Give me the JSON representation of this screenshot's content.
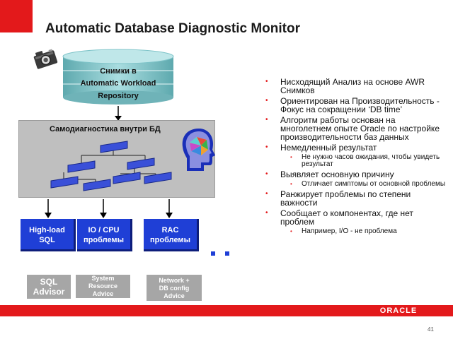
{
  "title": "Automatic Database Diagnostic Monitor",
  "repository": {
    "line1": "Снимки в",
    "line2": "Automatic Workload",
    "line3": "Repository"
  },
  "diagnostics_label": "Самодиагностика внутри БД",
  "problem_boxes": [
    {
      "line1": "High-load",
      "line2": "SQL"
    },
    {
      "line1": "IO / CPU",
      "line2": "проблемы"
    },
    {
      "line1": "RAC",
      "line2": "проблемы"
    }
  ],
  "advice_boxes": [
    {
      "line1": "SQL",
      "line2": "Advisor"
    },
    {
      "line1": "System",
      "line2": "Resource",
      "line3": "Advice"
    },
    {
      "line1": "Network +",
      "line2": "DB config",
      "line3": "Advice"
    }
  ],
  "bullets": [
    {
      "text": "Нисходящий Анализ на основе AWR Снимков",
      "sub": []
    },
    {
      "text": "Ориентирован на Производительность - Фокус на сокращении ‘DB time’",
      "sub": []
    },
    {
      "text": "Алгоритм работы основан на многолетнем опыте Oracle по настройке производительности баз данных",
      "sub": []
    },
    {
      "text": "Немедленный результат",
      "sub": [
        "Не нужно часов ожидания, чтобы увидеть результат"
      ]
    },
    {
      "text": "Выявляет основную причину",
      "sub": [
        "Отличает симптомы от основной проблемы"
      ]
    },
    {
      "text": "Ранжирует проблемы по степени важности",
      "sub": []
    },
    {
      "text": "Сообщает о компонентах, где нет проблем",
      "sub": [
        "Например, I/O - не проблема"
      ]
    }
  ],
  "oracle_logo": "ORACLE",
  "page_number": "41",
  "colors": {
    "brand_red": "#e3191b",
    "problem_blue": "#1f3fd6",
    "panel_gray": "#bfbfbf",
    "advice_gray": "#a6a6a6",
    "cylinder_teal": "#7fc4c9"
  }
}
